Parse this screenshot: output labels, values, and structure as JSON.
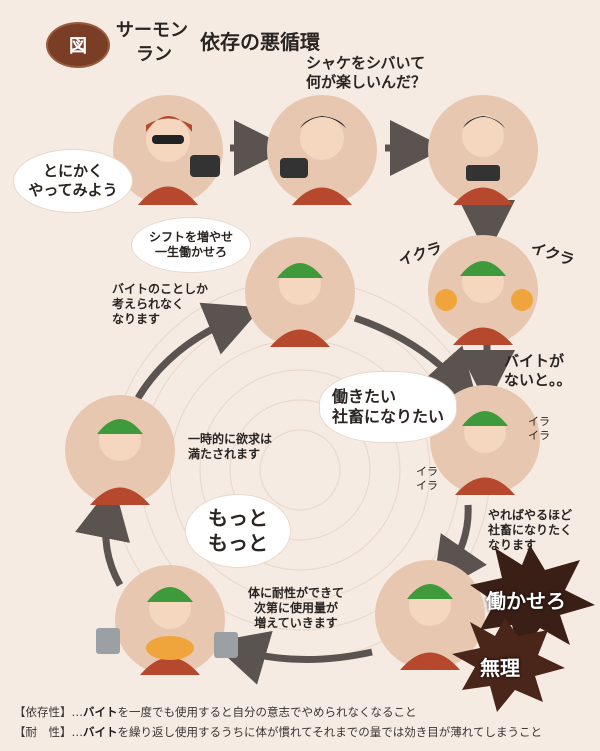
{
  "header": {
    "badge": "図",
    "series_line1": "サーモン",
    "series_line2": "ラン",
    "title": "依存の悪循環"
  },
  "steps": {
    "start_bubble_line": "とにかく\nやってみよう",
    "question": "シャケをシバいて\n何が楽しいんだ？",
    "ikura_left": "イクラ",
    "ikura_right": "イクラ",
    "no_job": "バイトが\nないと。。",
    "want_work": "働きたい\n社畜になりたい",
    "irra1": "イラ\nイラ",
    "irra2": "イラ\nイラ",
    "more_want": "やればやるほど\n社畜になりたく\nなります",
    "shout_work": "働かせろ",
    "shout_no": "無理",
    "tolerance": "体に耐性ができて\n次第に使用量が\n増えていきます",
    "more_more": "もっと\nもっと",
    "satisfied": "一時的に欲求は\n満たされます",
    "shift_bubble": "シフトを増やせ\n一生働かせろ",
    "think_only": "バイトのことしか\n考えられなく\nなります"
  },
  "legend": {
    "line1_label": "【依存性】",
    "line1_dots": "…",
    "line1_word": "バイト",
    "line1_text": "を一度でも使用すると自分の意志でやめられなくなること",
    "line2_label": "【耐　性】",
    "line2_dots": "…",
    "line2_word": "バイト",
    "line2_text": "を繰り返し使用するうちに体が慣れてそれまでの量では効き目が薄れてしまうこと"
  },
  "colors": {
    "background": "#f6ebe3",
    "circle_fill": "#e8c7b0",
    "arrow": "#5b5350",
    "shirt": "#b5482d",
    "cap": "#3f9a3c",
    "stamp": "#3a1f16"
  }
}
